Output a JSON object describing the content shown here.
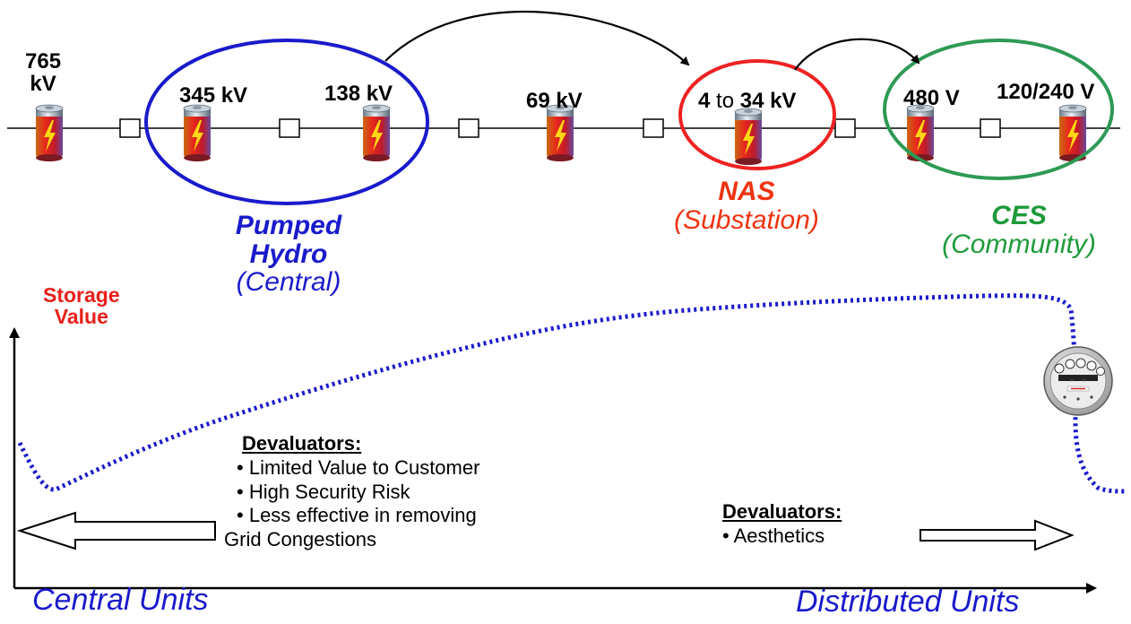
{
  "voltages": {
    "v765": "765",
    "v765_unit": "kV",
    "v345": "345 kV",
    "v138": "138 kV",
    "v69": "69 kV",
    "v4": "4",
    "v_to": "to",
    "v34": "34 kV",
    "v480": "480 V",
    "v120": "120/240 V"
  },
  "categories": {
    "pumped_hydro": {
      "name_line1": "Pumped",
      "name_line2": "Hydro",
      "sub": "(Central)"
    },
    "nas": {
      "name": "NAS",
      "sub": "(Substation)"
    },
    "ces": {
      "name": "CES",
      "sub": "(Community)"
    }
  },
  "storage_value": {
    "line1": "Storage",
    "line2": "Value"
  },
  "devaluators_left": {
    "heading": "Devaluators:",
    "items": [
      "Limited Value to Customer",
      "High Security Risk",
      "Less effective in removing"
    ],
    "continuation": "Grid Congestions"
  },
  "devaluators_right": {
    "heading": "Devaluators:",
    "items": [
      "Aesthetics"
    ]
  },
  "axis": {
    "left_label": "Central Units",
    "right_label": "Distributed Units"
  },
  "colors": {
    "pumped_hydro": "#1a1acc",
    "nas": "#ee2222",
    "ces": "#2e9a55",
    "curve": "#1a1acc",
    "storage_value": "#e8201a"
  },
  "icons": {
    "battery": "battery-icon",
    "switch": "switch-box-icon",
    "meter": "electric-meter-icon"
  }
}
